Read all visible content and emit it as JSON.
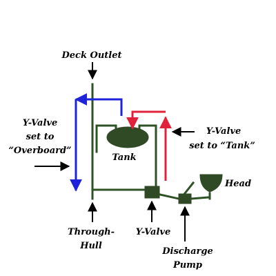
{
  "labels": {
    "deck_outlet": "Deck Outlet",
    "yvalve_overboard_line1": "Y-Valve",
    "yvalve_overboard_line2": "set to",
    "yvalve_overboard_line3": "“Overboard”",
    "tank": "Tank",
    "yvalve_tank_line1": "Y-Valve",
    "yvalve_tank_line2": "set to “Tank”",
    "head": "Head",
    "through_hull_line1": "Through-",
    "through_hull_line2": "Hull",
    "yvalve": "Y-Valve",
    "discharge_pump_line1": "Discharge",
    "discharge_pump_line2": "Pump"
  },
  "colors": {
    "pipe": "#2f5126",
    "component": "#2f4a25",
    "overboard_flow": "#1e22d8",
    "tank_flow": "#e0223a",
    "pointer": "#000000"
  }
}
